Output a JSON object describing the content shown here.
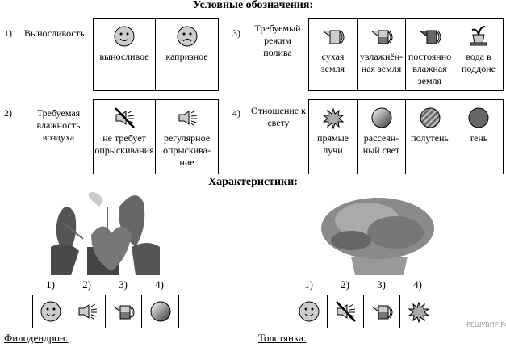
{
  "legend_title": "Условные обозначения:",
  "groups": [
    {
      "num": "1)",
      "label": "Выносливость",
      "items": [
        {
          "icon": "smiley-icon",
          "label": "выносливое"
        },
        {
          "icon": "sad-face-icon",
          "label": "капризное"
        }
      ]
    },
    {
      "num": "2)",
      "label": "Требуемая влажность воздуха",
      "items": [
        {
          "icon": "no-spray-icon",
          "label": "не требует опрыскивания"
        },
        {
          "icon": "spray-icon",
          "label": "регулярное опрыскива-ние"
        }
      ]
    },
    {
      "num": "3)",
      "label": "Требуемый режим полива",
      "items": [
        {
          "icon": "watering-can-empty-icon",
          "label": "сухая земля"
        },
        {
          "icon": "watering-can-half-icon",
          "label": "увлажнён-ная земля"
        },
        {
          "icon": "watering-can-full-icon",
          "label": "постоянно влажная земля"
        },
        {
          "icon": "pot-tray-icon",
          "label": "вода в поддоне"
        }
      ]
    },
    {
      "num": "4)",
      "label": "Отношение к свету",
      "items": [
        {
          "icon": "starburst-icon",
          "label": "прямые лучи"
        },
        {
          "icon": "gradient-circle-icon",
          "label": "рассеян-ный свет"
        },
        {
          "icon": "striped-circle-icon",
          "label": "полутень"
        },
        {
          "icon": "dark-circle-icon",
          "label": "тень"
        }
      ]
    }
  ],
  "characteristics_title": "Характеристики:",
  "answer_nums": [
    "1)",
    "2)",
    "3)",
    "4)"
  ],
  "plants": [
    {
      "name": "Филодендрон:",
      "icons": [
        "smiley-icon",
        "spray-icon",
        "watering-can-half-icon",
        "gradient-circle-icon"
      ]
    },
    {
      "name": "Толстянка:",
      "icons": [
        "smiley-icon",
        "no-spray-icon",
        "watering-can-half-icon",
        "starburst-icon"
      ]
    }
  ],
  "watermark": "РЕШУВПР.РФ"
}
